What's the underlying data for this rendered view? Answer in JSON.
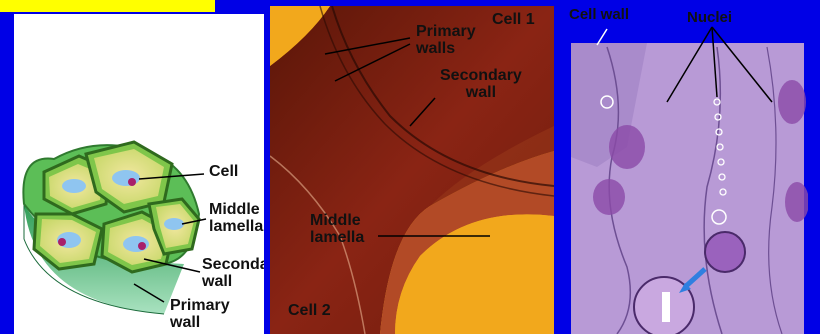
{
  "diagram": {
    "labels": {
      "cell": "Cell",
      "middle_lamella": "Middle\nlamella",
      "secondary_wall": "Secondary\nwall",
      "primary_wall": "Primary\nwall"
    }
  },
  "micrograph": {
    "labels": {
      "cell1": "Cell 1",
      "primary_walls": "Primary\nwalls",
      "secondary_wall": "Secondary\nwall",
      "middle_lamella": "Middle\nlamella",
      "cell2": "Cell 2"
    }
  },
  "stained": {
    "labels": {
      "cell_wall": "Cell wall",
      "nuclei": "Nuclei"
    }
  },
  "colors": {
    "background": "#0000e6",
    "highlight": "#ffff00",
    "micro_yellow": "#f2a81c",
    "wall_dark": "#7a1f10",
    "stain_purple": "#b89ad6"
  }
}
